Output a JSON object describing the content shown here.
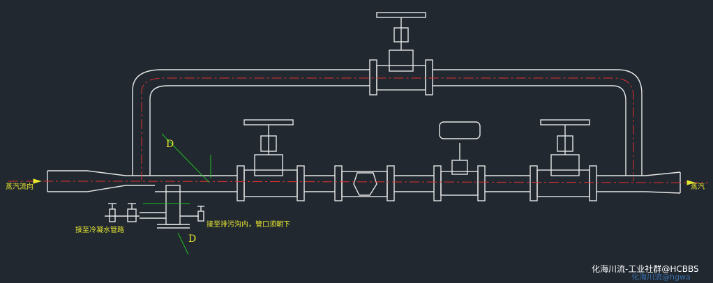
{
  "labels": {
    "steam_inlet": "蒸汽流向",
    "steam_outlet": "蒸汽",
    "to_condensate": "接至冷凝水管路",
    "to_drain": "接至排污沟内，管口须朝下",
    "dim_upper": "D",
    "dim_lower": "D"
  },
  "watermark": {
    "primary": "化海川流-工业社群@HCBBS",
    "secondary": "化海川流@hgwa"
  },
  "colors": {
    "background": "#212830",
    "pipe": "#e6e6e6",
    "centerline": "#e03030",
    "annotation": "#e8e830",
    "dimension": "#20c020"
  }
}
